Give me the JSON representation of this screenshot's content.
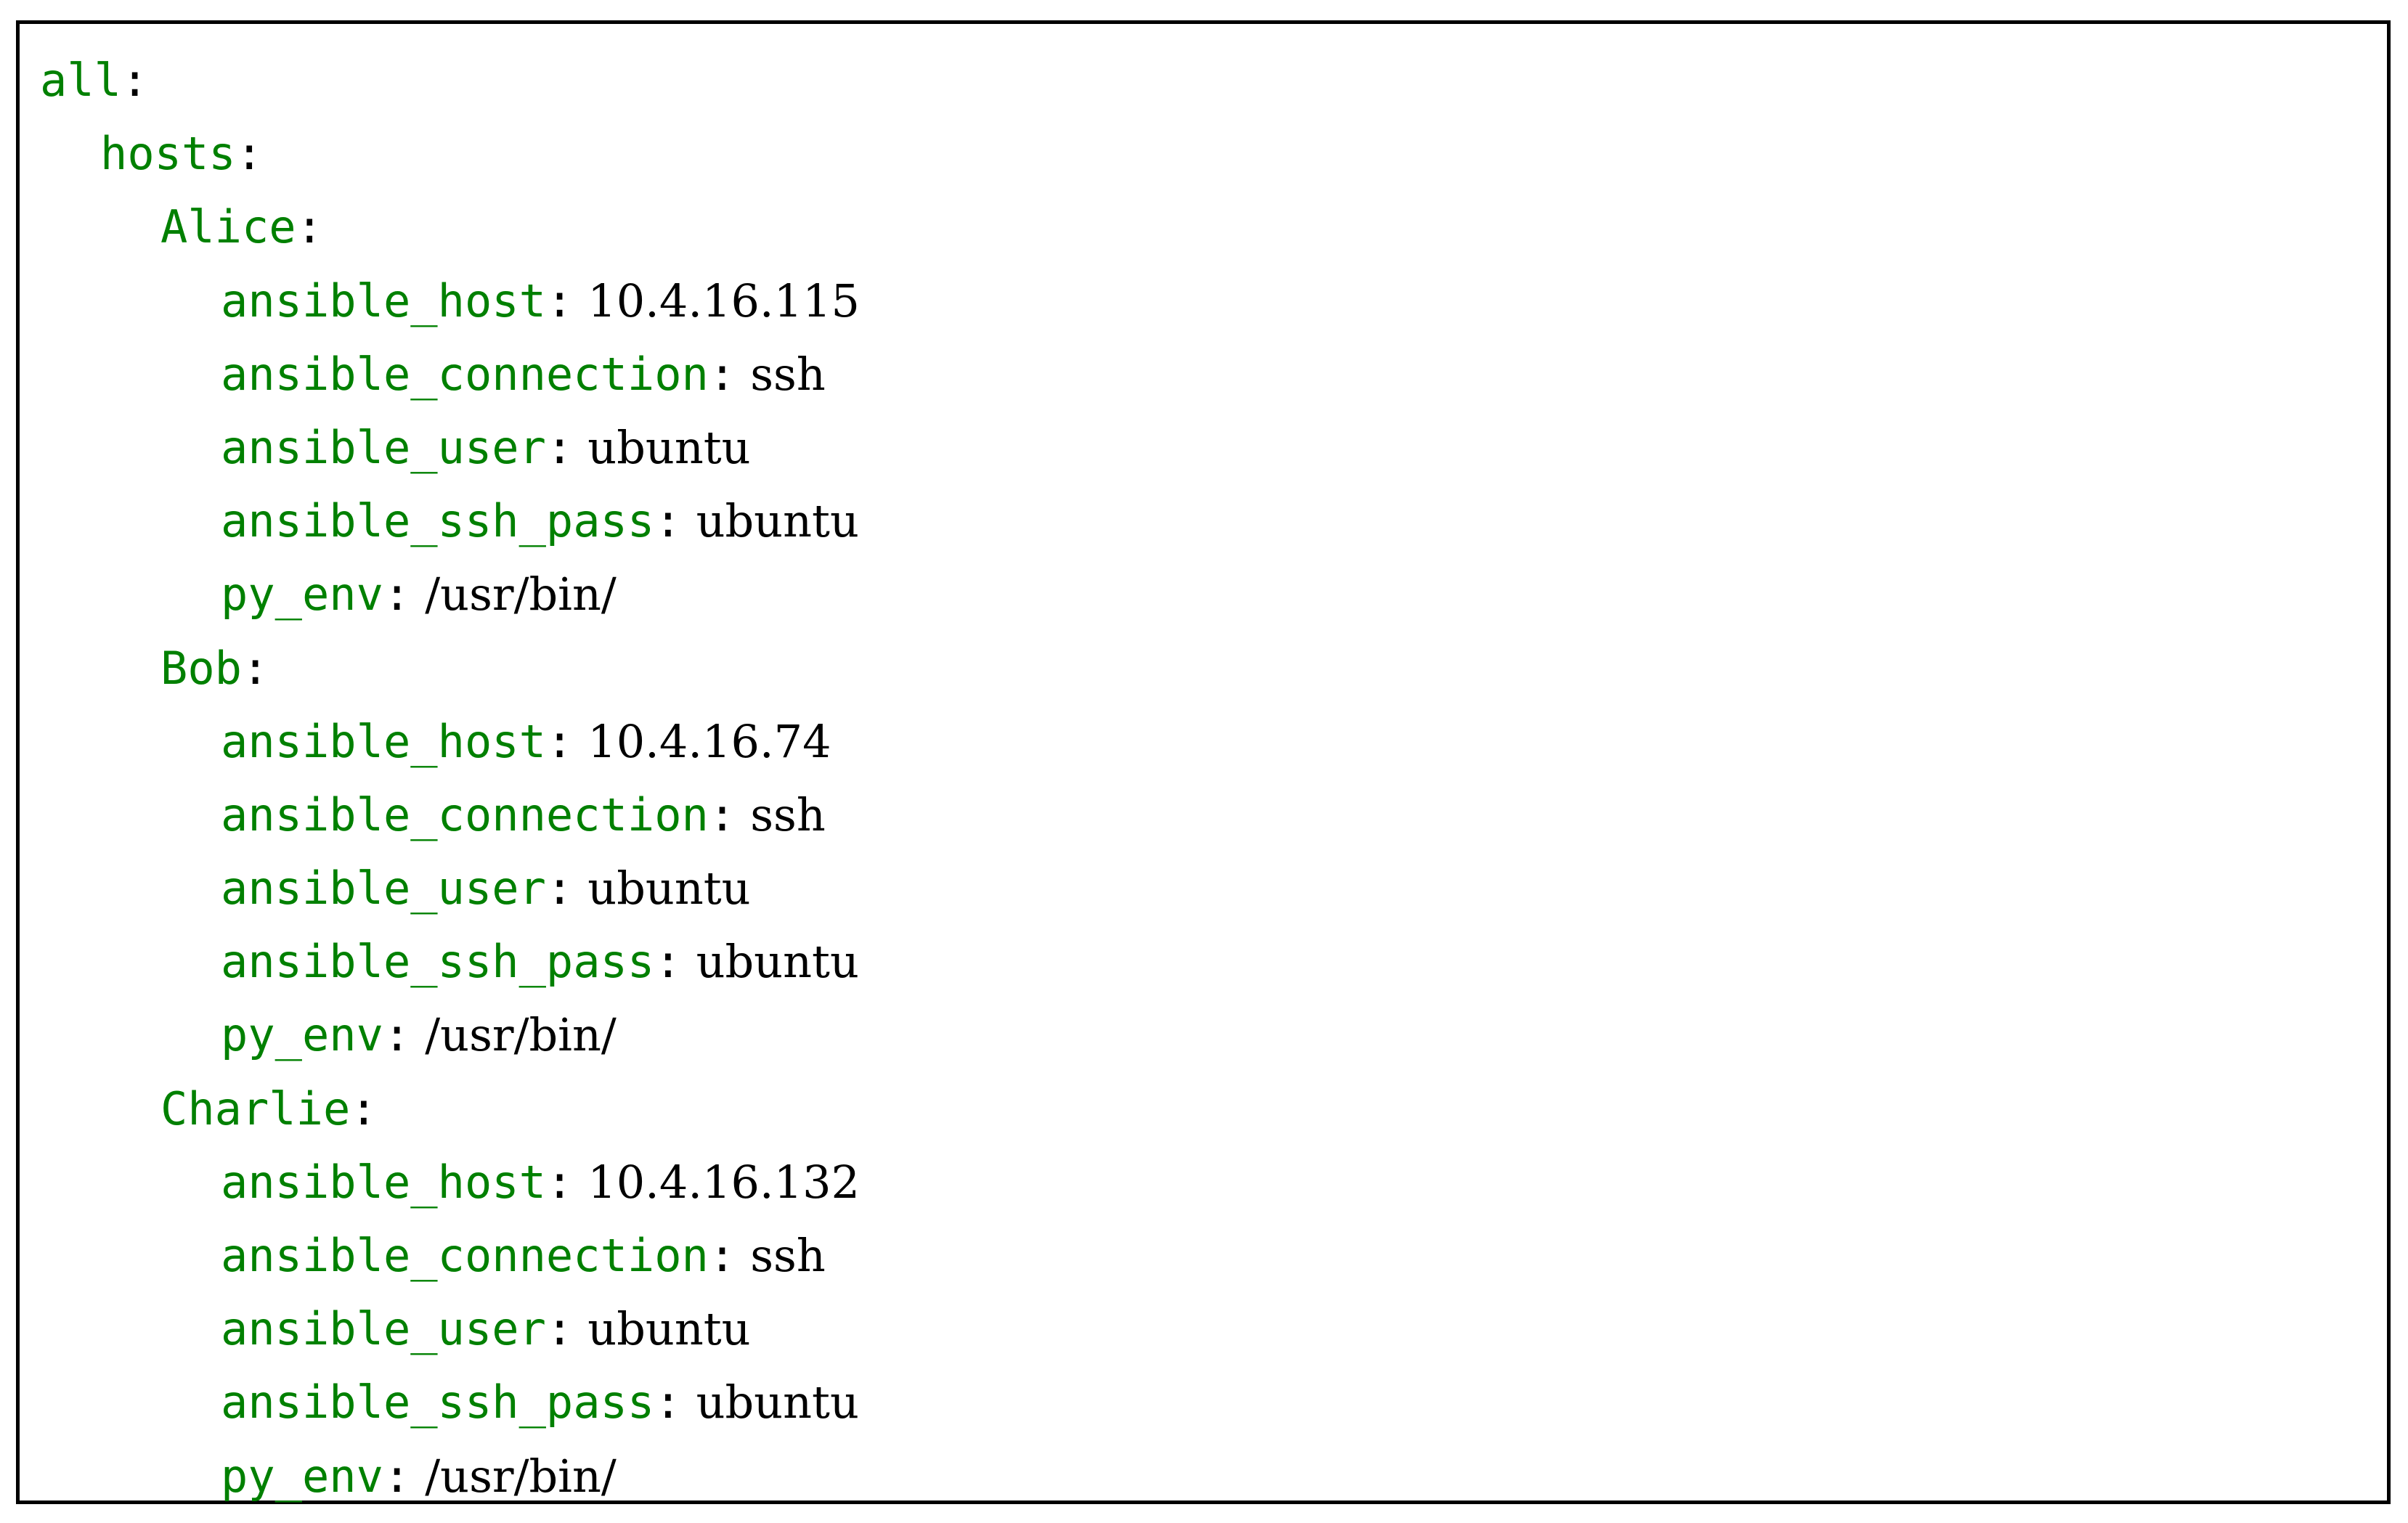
{
  "listing": {
    "language": "yaml",
    "colors": {
      "key": "#008000",
      "value": "#000000",
      "punctuation": "#000000",
      "border": "#000000",
      "background": "#ffffff"
    },
    "punctuation": {
      "colon": ":"
    },
    "lines": [
      {
        "indent": 0,
        "key": "all",
        "colon": ":",
        "value": ""
      },
      {
        "indent": 2,
        "key": "hosts",
        "colon": ":",
        "value": ""
      },
      {
        "indent": 4,
        "key": "Alice",
        "colon": ":",
        "value": ""
      },
      {
        "indent": 6,
        "key": "ansible_host",
        "colon": ":",
        "value": "10.4.16.115"
      },
      {
        "indent": 6,
        "key": "ansible_connection",
        "colon": ":",
        "value": "ssh"
      },
      {
        "indent": 6,
        "key": "ansible_user",
        "colon": ":",
        "value": "ubuntu"
      },
      {
        "indent": 6,
        "key": "ansible_ssh_pass",
        "colon": ":",
        "value": "ubuntu"
      },
      {
        "indent": 6,
        "key": "py_env",
        "colon": ":",
        "value": "/usr/bin/"
      },
      {
        "indent": 4,
        "key": "Bob",
        "colon": ":",
        "value": ""
      },
      {
        "indent": 6,
        "key": "ansible_host",
        "colon": ":",
        "value": "10.4.16.74"
      },
      {
        "indent": 6,
        "key": "ansible_connection",
        "colon": ":",
        "value": "ssh"
      },
      {
        "indent": 6,
        "key": "ansible_user",
        "colon": ":",
        "value": "ubuntu"
      },
      {
        "indent": 6,
        "key": "ansible_ssh_pass",
        "colon": ":",
        "value": "ubuntu"
      },
      {
        "indent": 6,
        "key": "py_env",
        "colon": ":",
        "value": "/usr/bin/"
      },
      {
        "indent": 4,
        "key": "Charlie",
        "colon": ":",
        "value": ""
      },
      {
        "indent": 6,
        "key": "ansible_host",
        "colon": ":",
        "value": "10.4.16.132"
      },
      {
        "indent": 6,
        "key": "ansible_connection",
        "colon": ":",
        "value": "ssh"
      },
      {
        "indent": 6,
        "key": "ansible_user",
        "colon": ":",
        "value": "ubuntu"
      },
      {
        "indent": 6,
        "key": "ansible_ssh_pass",
        "colon": ":",
        "value": "ubuntu"
      },
      {
        "indent": 6,
        "key": "py_env",
        "colon": ":",
        "value": "/usr/bin/"
      }
    ]
  }
}
